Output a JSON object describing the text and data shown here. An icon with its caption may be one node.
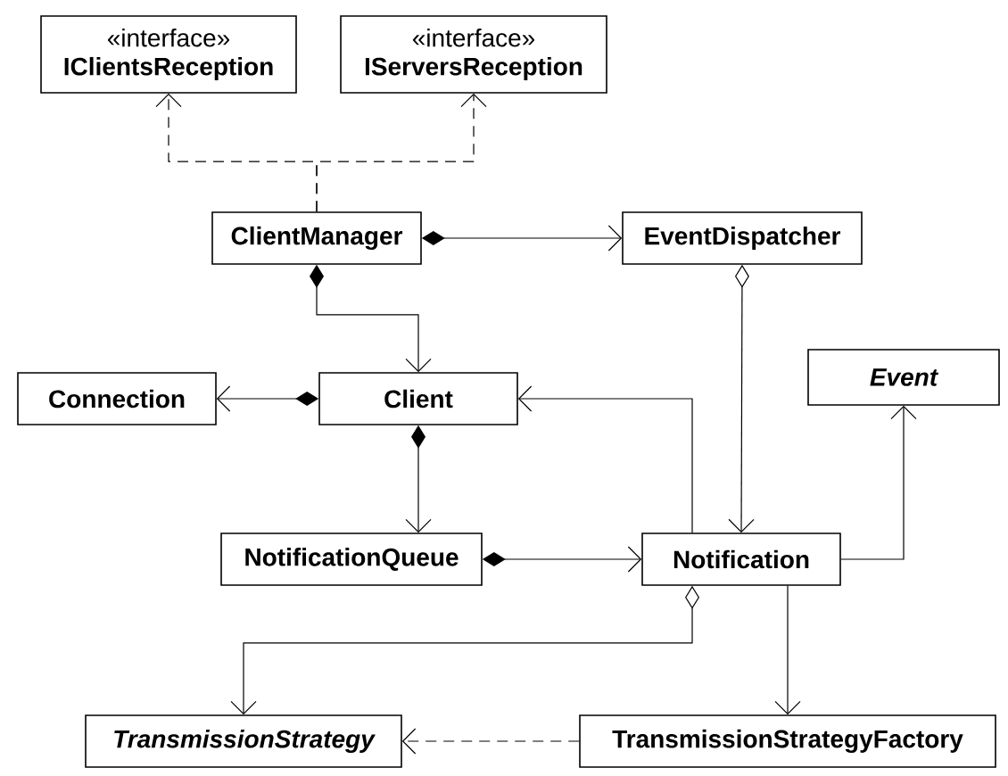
{
  "diagram": {
    "nodes": [
      {
        "text": [
          "«interface»",
          "IClientsReception"
        ]
      },
      {
        "text": [
          "«interface»",
          "IServersReception"
        ]
      },
      {
        "text": [
          "ClientManager"
        ]
      },
      {
        "text": [
          "EventDispatcher"
        ]
      },
      {
        "text": [
          "Connection"
        ]
      },
      {
        "text": [
          "Client"
        ]
      },
      {
        "text": [
          "Event"
        ]
      },
      {
        "text": [
          "NotificationQueue"
        ]
      },
      {
        "text": [
          "Notification"
        ]
      },
      {
        "text": [
          "TransmissionStrategy"
        ]
      },
      {
        "text": [
          "TransmissionStrategyFactory"
        ]
      }
    ],
    "edges": [
      {
        "from": 2,
        "to": 0,
        "arrow": "to",
        "style": "dashed"
      },
      {
        "from": 2,
        "to": 1,
        "arrow": "to",
        "style": "dashed"
      },
      {
        "from": 2,
        "to": 3,
        "arrow": "to"
      },
      {
        "from": 2,
        "to": 5,
        "arrow": "to"
      },
      {
        "from": 3,
        "to": 8,
        "arrow": "to"
      },
      {
        "from": 5,
        "to": 4,
        "arrow": "to"
      },
      {
        "from": 8,
        "to": 5,
        "arrow": "to"
      },
      {
        "from": 5,
        "to": 7,
        "arrow": "to"
      },
      {
        "from": 7,
        "to": 8,
        "arrow": "to"
      },
      {
        "from": 8,
        "to": 6,
        "arrow": "to"
      },
      {
        "from": 8,
        "to": 9,
        "arrow": "to"
      },
      {
        "from": 8,
        "to": 10,
        "arrow": "to"
      },
      {
        "from": 10,
        "to": 9,
        "arrow": "to",
        "style": "dashed"
      }
    ]
  }
}
